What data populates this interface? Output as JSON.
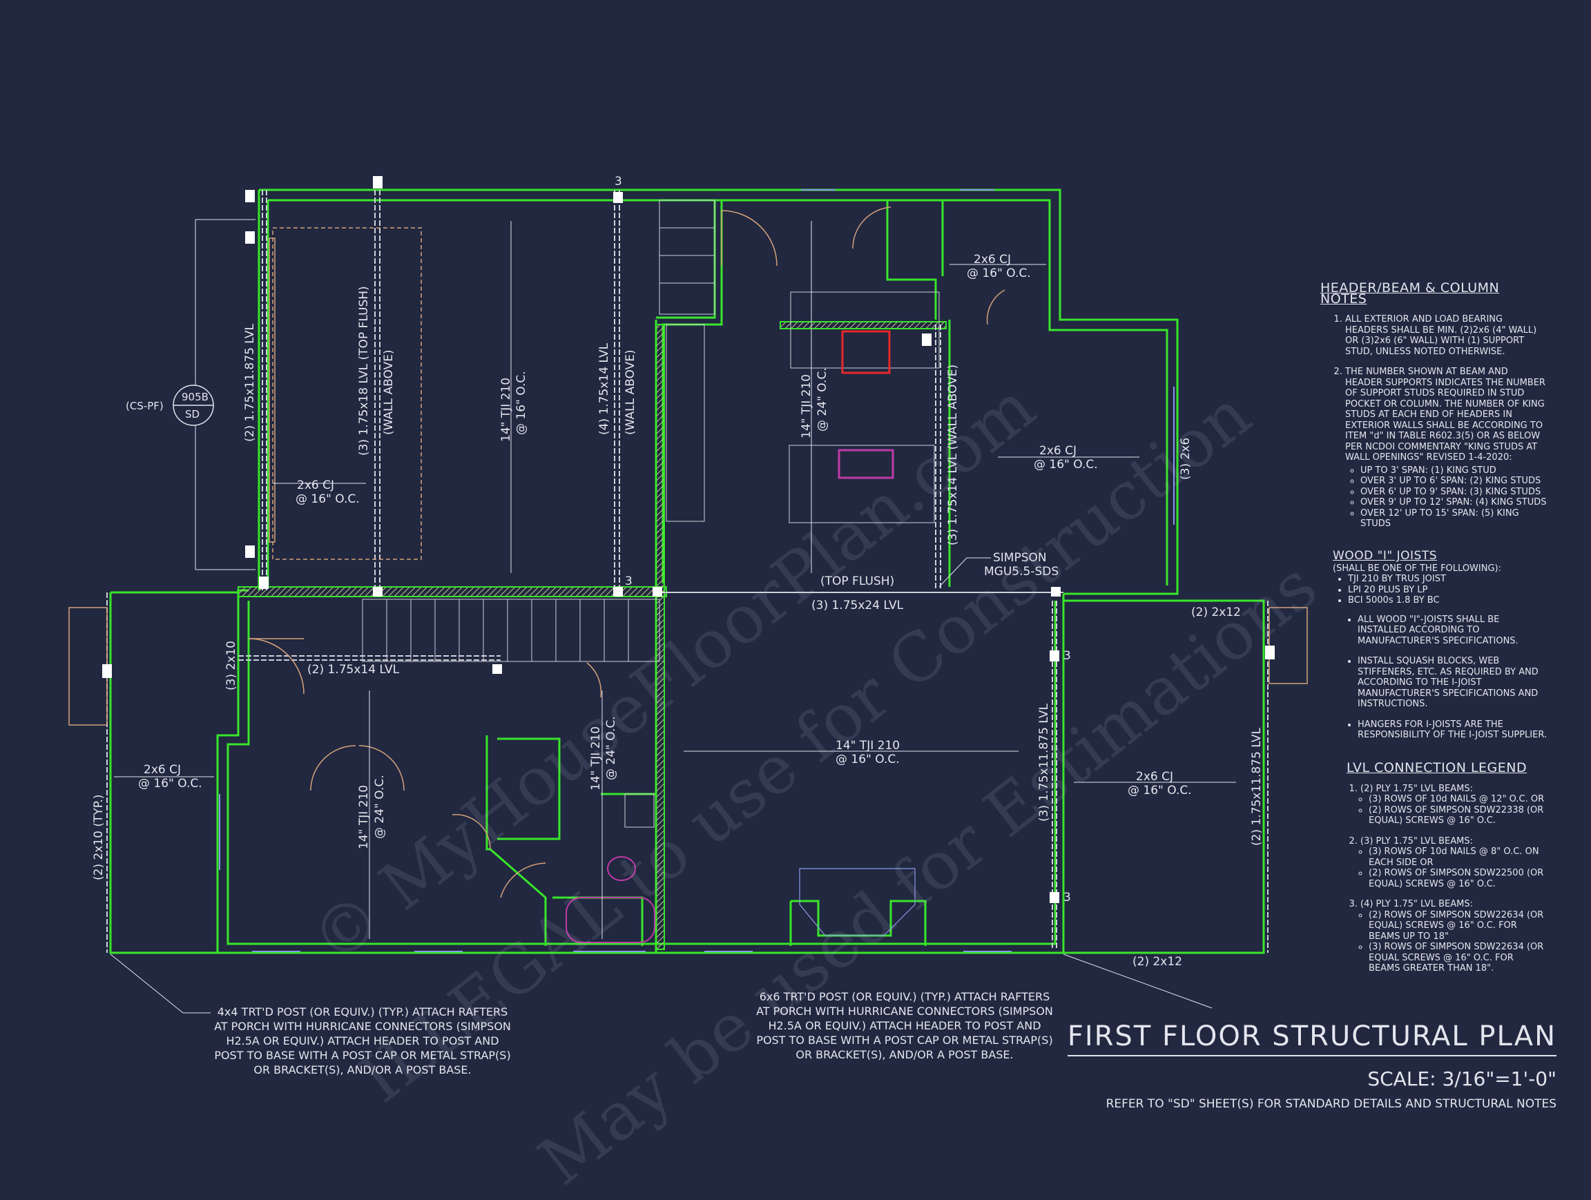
{
  "plan_labels": {
    "beam_1": "(2) 1.75x11.875 LVL",
    "beam_2": "(3) 1.75x18 LVL (TOP FLUSH)",
    "beam_2b": "(WALL ABOVE)",
    "beam_3": "(4) 1.75x14 LVL",
    "beam_3b": "(WALL ABOVE)",
    "beam_4": "(3) 1.75x14 LVL (WALL ABOVE)",
    "beam_5": "(3) 1.75x24 LVL",
    "beam_5b": "(TOP FLUSH)",
    "beam_6": "(2) 1.75x14 LVL",
    "beam_7": "(3) 1.75x11.875 LVL",
    "beam_8": "(2) 1.75x11.875 LVL",
    "beam_9": "(2) 2x12",
    "beam_10": "(2) 2x12",
    "beam_11": "(3) 2x6",
    "beam_12": "(3) 2x10",
    "beam_13": "(2) 2x10 (TYP.)",
    "cj_1": "2x6 CJ",
    "cj_1b": "@ 16\" O.C.",
    "cj_2": "2x6 CJ",
    "cj_2b": "@ 16\" O.C.",
    "cj_3": "2x6 CJ",
    "cj_3b": "@ 16\" O.C.",
    "cj_4": "2x6 CJ",
    "cj_4b": "@ 16\" O.C.",
    "cj_5": "2x6 CJ",
    "cj_5b": "@ 16\" O.C.",
    "tji_1": "14\" TJI 210",
    "tji_1b": "@ 16\" O.C.",
    "tji_2": "14\" TJI 210",
    "tji_2b": "@ 24\" O.C.",
    "tji_3": "14\" TJI 210",
    "tji_3b": "@ 16\" O.C.",
    "tji_4": "14\" TJI 210",
    "tji_4b": "@ 24\" O.C.",
    "tji_5": "14\" TJI 210",
    "tji_5b": "@ 24\" O.C.",
    "simpson": "SIMPSON",
    "simpson_b": "MGU5.5-SDS",
    "detail_top": "905B",
    "detail_bottom": "SD",
    "detail_ref": "(CS-PF)",
    "stud_3a": "3",
    "stud_3b": "3",
    "stud_3c": "3",
    "stud_3d": "3"
  },
  "header_notes": {
    "title": "HEADER/BEAM & COLUMN NOTES",
    "items": [
      "ALL EXTERIOR AND LOAD BEARING HEADERS SHALL BE MIN. (2)2x6 (4\" WALL) OR (3)2x6 (6\" WALL) WITH (1) SUPPORT STUD, UNLESS NOTED OTHERWISE.",
      "THE NUMBER SHOWN AT BEAM AND HEADER SUPPORTS INDICATES THE NUMBER OF SUPPORT STUDS REQUIRED IN STUD POCKET OR COLUMN. THE NUMBER OF KING STUDS AT EACH END OF HEADERS IN EXTERIOR WALLS SHALL BE ACCORDING TO ITEM \"d\" IN TABLE R602.3(5) OR AS BELOW PER NCDOI COMMENTARY \"KING STUDS AT WALL OPENINGS\" REVISED 1-4-2020:"
    ],
    "king_studs": [
      "UP TO 3' SPAN: (1) KING STUD",
      "OVER 3' UP TO 6' SPAN: (2) KING STUDS",
      "OVER 6' UP TO 9' SPAN: (3) KING STUDS",
      "OVER 9' UP TO 12' SPAN: (4) KING STUDS",
      "OVER 12' UP TO 15' SPAN: (5) KING STUDS"
    ]
  },
  "joist_notes": {
    "title": "WOOD \"I\" JOISTS",
    "subtitle": "(SHALL BE ONE OF THE FOLLOWING):",
    "brands": [
      "TJI 210 BY TRUS JOIST",
      "LPI 20 PLUS BY LP",
      "BCI 5000s 1.8 BY BC"
    ],
    "items": [
      "ALL WOOD \"I\"-JOISTS SHALL BE INSTALLED ACCORDING TO MANUFACTURER'S SPECIFICATIONS.",
      "INSTALL SQUASH BLOCKS, WEB STIFFENERS, ETC. AS REQUIRED BY AND ACCORDING TO THE I-JOIST MANUFACTURER'S SPECIFICATIONS AND INSTRUCTIONS.",
      "HANGERS FOR I-JOISTS ARE THE RESPONSIBILITY OF THE I-JOIST SUPPLIER."
    ]
  },
  "lvl_legend": {
    "title": "LVL CONNECTION LEGEND",
    "groups": [
      {
        "head": "(2) PLY 1.75\" LVL BEAMS:",
        "items": [
          "(3) ROWS OF 10d NAILS @ 12\" O.C. OR",
          "(2) ROWS OF SIMPSON SDW22338 (OR EQUAL) SCREWS @ 16\" O.C."
        ]
      },
      {
        "head": "(3) PLY 1.75\" LVL BEAMS:",
        "items": [
          "(3) ROWS OF 10d NAILS @ 8\" O.C. ON EACH SIDE OR",
          "(2) ROWS OF SIMPSON SDW22500 (OR EQUAL) SCREWS @ 16\" O.C."
        ]
      },
      {
        "head": "(4) PLY 1.75\" LVL BEAMS:",
        "items": [
          "(2) ROWS OF SIMPSON SDW22634 (OR EQUAL) SCREWS @ 16\" O.C. FOR BEAMS UP TO 18\"",
          "(3) ROWS OF SIMPSON SDW22634 (OR EQUAL SCREWS @ 16\" O.C. FOR BEAMS GREATER THAN 18\"."
        ]
      }
    ]
  },
  "callouts": {
    "post_4x4": "4x4 TRT'D POST (OR EQUIV.) (TYP.) ATTACH RAFTERS AT PORCH WITH HURRICANE CONNECTORS (SIMPSON H2.5A OR EQUIV.) ATTACH HEADER TO POST AND POST TO BASE WITH A POST CAP OR METAL STRAP(S) OR BRACKET(S), AND/OR A POST BASE.",
    "post_6x6": "6x6 TRT'D POST (OR EQUIV.) (TYP.) ATTACH RAFTERS AT PORCH WITH HURRICANE CONNECTORS (SIMPSON H2.5A OR EQUIV.) ATTACH HEADER TO POST AND POST TO BASE WITH A POST CAP OR METAL STRAP(S) OR BRACKET(S), AND/OR A POST BASE."
  },
  "title_block": {
    "title": "FIRST FLOOR STRUCTURAL PLAN",
    "scale": "SCALE: 3/16\"=1'-0\"",
    "ref": "REFER TO \"SD\" SHEET(S) FOR STANDARD DETAILS AND STRUCTURAL NOTES"
  },
  "watermark": {
    "line1": "© MyHouseFloorPlan.com",
    "line2": "ILLEGAL to use for Construction",
    "line3": "May be used for Estimations"
  },
  "colors": {
    "background": "#212840",
    "wall": "#39e62a",
    "beam": "#d0d2da",
    "text": "#e4e6ee",
    "fixture": "#c03aa8",
    "window": "#8a9be8",
    "door": "#d6a27a"
  }
}
